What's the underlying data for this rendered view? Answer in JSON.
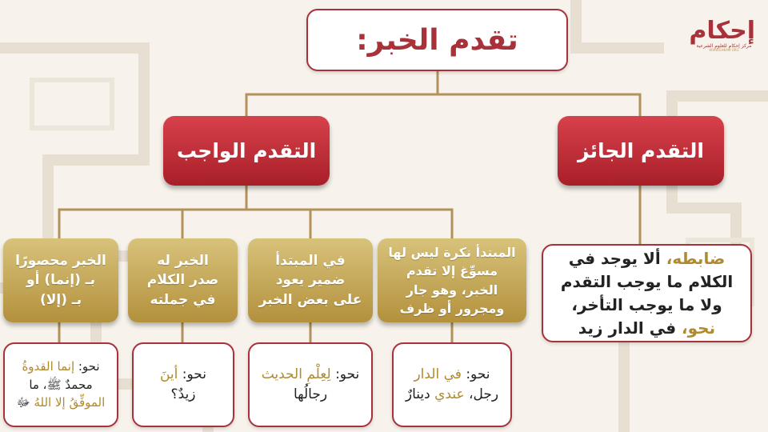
{
  "colors": {
    "accent_red": "#a8323a",
    "gold": "#c4a55a",
    "connector": "#b3915a",
    "highlight_gold": "#b08a2e"
  },
  "logo": {
    "mark": "إحكام",
    "subtitle": "مركز إحكام للعلوم الشرعية",
    "tiny": "WWW.EHKAM.ORG"
  },
  "title": "تقدم الخبر:",
  "branches": {
    "wajib": {
      "label": "التقدم الواجب"
    },
    "jaiz": {
      "label": "التقدم الجائز"
    }
  },
  "jaiz_rule": {
    "line1_hl": "ضابطه،",
    "line1_rest": " ألا يوجد في",
    "line2": "الكلام ما يوجب التقدم",
    "line3": "ولا ما يوجب التأخر،",
    "line4_hl": "نحو،",
    "line4_rest": " في الدار زيد"
  },
  "cases": [
    {
      "lines": [
        "المبتدأ نكرة ليس لها",
        "مسوِّغ إلا تقدم",
        "الخبر، وهو جار",
        "ومجرور أو ظرف"
      ],
      "example": {
        "prefix": "نحو: ",
        "hl1": "في الدار",
        "line2_a": "رجل، ",
        "hl2": "عندي",
        "line2_b": " دينارٌ"
      }
    },
    {
      "lines": [
        "في المبتدأ",
        "ضمير يعود",
        "على بعض الخبر"
      ],
      "example": {
        "prefix": "نحو: ",
        "hl1": "لِعِلْمِ الحديث",
        "line2": "رجالُها"
      }
    },
    {
      "lines": [
        "الخبر له",
        "صدر الكلام",
        "في جملته"
      ],
      "example": {
        "prefix": "نحو: ",
        "hl1": "أينَ",
        "line2": "زيدٌ؟"
      }
    },
    {
      "lines": [
        "الخبر محصورًا",
        "بـ (إنما) أو",
        "بـ (إلا)"
      ],
      "example": {
        "prefix": "نحو: ",
        "hl1": "إنما القدوةُ",
        "line2": "محمدٌ ﷺ، ما",
        "hl3": "الموفِّقُ إلا اللهُ",
        "line3_rest": " ﷻ"
      }
    }
  ]
}
